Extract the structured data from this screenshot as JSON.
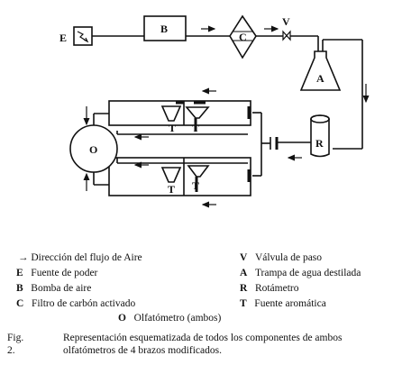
{
  "diagram": {
    "labels": {
      "E": "E",
      "B": "B",
      "C": "C",
      "V": "V",
      "A": "A",
      "R": "R",
      "O": "O",
      "T1": "T",
      "T2": "T",
      "T3": "T",
      "T4": "T"
    }
  },
  "legend": {
    "flow": "Dirección del flujo de Aire",
    "E_key": "E",
    "E_text": "Fuente de poder",
    "B_key": "B",
    "B_text": "Bomba de aire",
    "C_key": "C",
    "C_text": "Filtro de carbón activado",
    "O_key": "O",
    "O_text": "Olfatómetro (ambos)",
    "V_key": "V",
    "V_text": "Válvula de paso",
    "A_key": "A",
    "A_text": "Trampa de agua destilada",
    "R_key": "R",
    "R_text": "Rotámetro",
    "T_key": "T",
    "T_text": "Fuente aromática"
  },
  "caption": {
    "number": "Fig. 2.",
    "text": "Representación esquematizada de todos los componentes de ambos olfatómetros de 4 brazos modificados."
  }
}
